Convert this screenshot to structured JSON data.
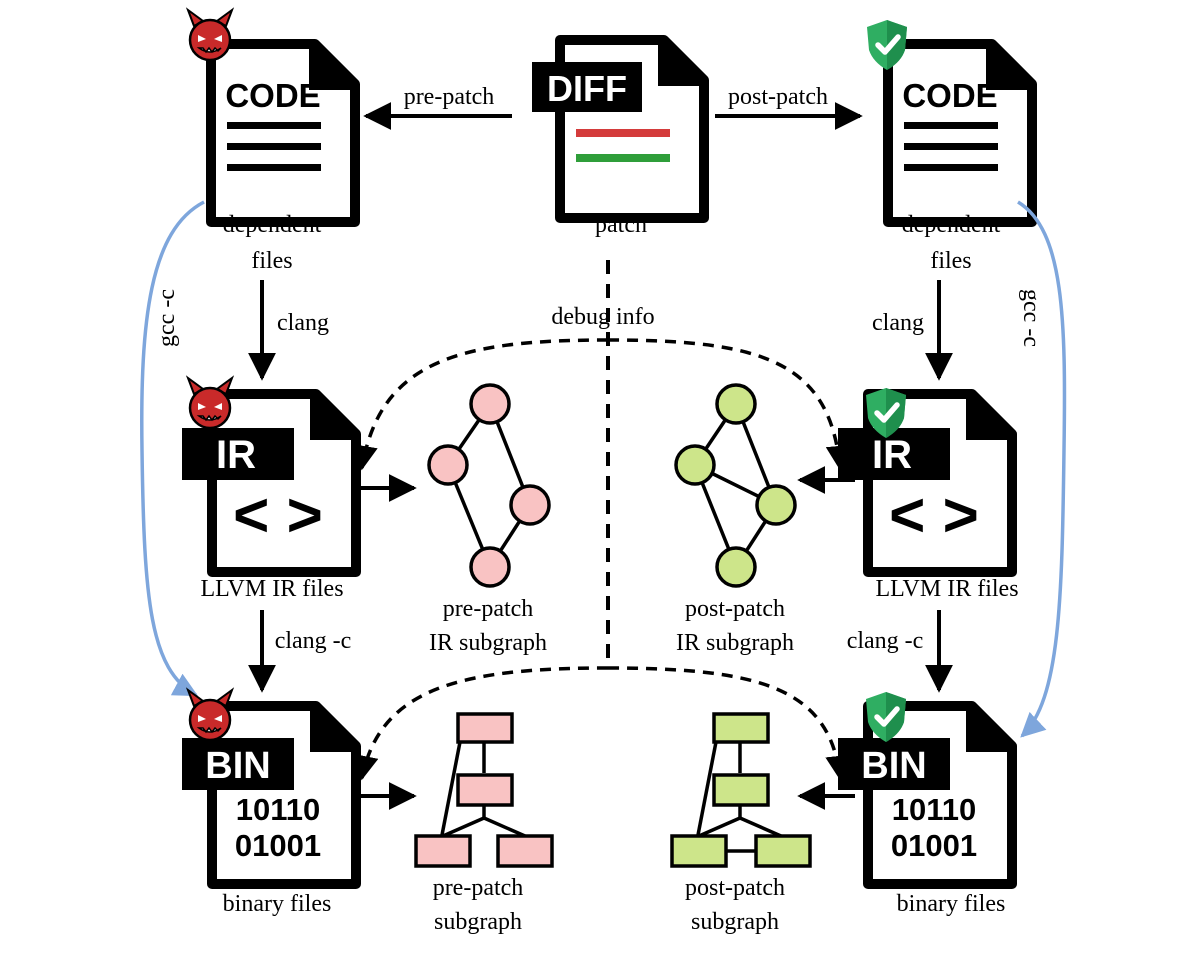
{
  "documents": {
    "code_title": "CODE",
    "diff_title": "DIFF",
    "ir_title": "IR",
    "ir_glyph": "< >",
    "bin_title": "BIN",
    "bin_line1": "10110",
    "bin_line2": "01001"
  },
  "labels": {
    "patch": "patch",
    "dependent_left_1": "dependent",
    "dependent_left_2": "files",
    "dependent_right_1": "dependent",
    "dependent_right_2": "files",
    "llvm_left": "LLVM IR files",
    "llvm_right": "LLVM IR files",
    "binary_left": "binary files",
    "binary_right": "binary files",
    "pre_ir_1": "pre-patch",
    "pre_ir_2": "IR subgraph",
    "post_ir_1": "post-patch",
    "post_ir_2": "IR subgraph",
    "pre_bin_1": "pre-patch",
    "pre_bin_2": "subgraph",
    "post_bin_1": "post-patch",
    "post_bin_2": "subgraph"
  },
  "edges": {
    "pre_patch": "pre-patch",
    "post_patch": "post-patch",
    "clang_left": "clang",
    "clang_right": "clang",
    "clang_c_left": "clang -c",
    "clang_c_right": "clang -c",
    "gcc_left": "gcc -c",
    "gcc_right": "gcc -c",
    "debug_info": "debug  info"
  },
  "colors": {
    "vulnerable_fill": "#f9c3c3",
    "patched_fill": "#cde58a",
    "devil_red": "#c92a2a",
    "shield_green": "#2fae62",
    "gcc_arrow_blue": "#7ea6dc",
    "diff_red": "#d43b3b",
    "diff_green": "#2f9e3a"
  },
  "icons": {
    "vulnerable": "devil-icon",
    "patched": "shield-check-icon"
  }
}
